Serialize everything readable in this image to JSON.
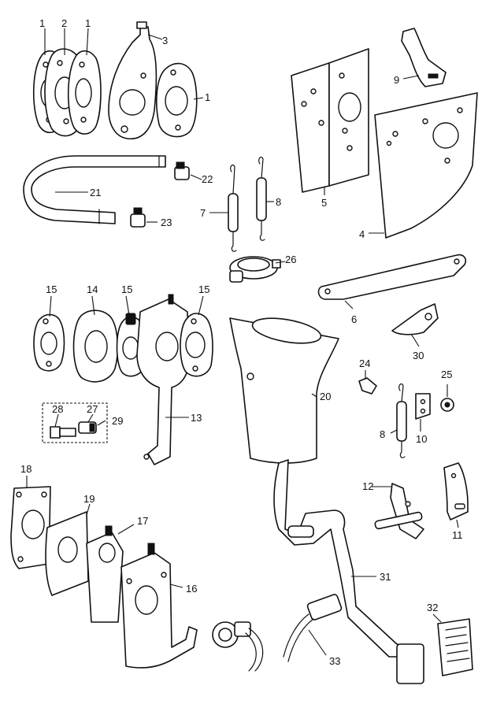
{
  "labels": {
    "l1a": "1",
    "l2": "2",
    "l1b": "1",
    "l3": "3",
    "l1c": "1",
    "l9": "9",
    "l5": "5",
    "l4": "4",
    "l22": "22",
    "l21": "21",
    "l23": "23",
    "l7": "7",
    "l8a": "8",
    "l26": "26",
    "l6": "6",
    "l15a": "15",
    "l14": "14",
    "l15b": "15",
    "l15c": "15",
    "l30": "30",
    "l24": "24",
    "l25": "25",
    "l20": "20",
    "l28": "28",
    "l27": "27",
    "l29": "29",
    "l13": "13",
    "l8b": "8",
    "l10": "10",
    "l12": "12",
    "l11": "11",
    "l18": "18",
    "l19": "19",
    "l17": "17",
    "l16": "16",
    "l31": "31",
    "l32": "32",
    "l33": "33"
  }
}
